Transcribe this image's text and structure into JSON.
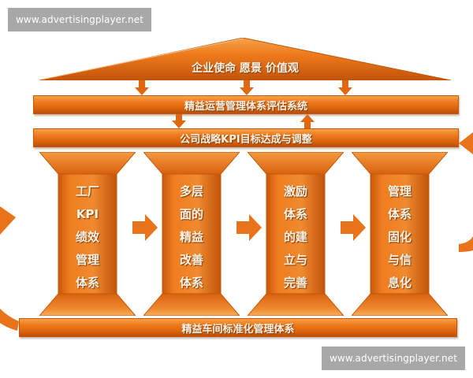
{
  "watermarks": {
    "top": "www.advertisingplayer.net",
    "bottom": "www.advertisingplayer.net"
  },
  "roof": {
    "label": "企业使命 愿景 价值观"
  },
  "bars": {
    "evaluation": "精益运营管理体系评估系统",
    "kpi_strategy": "公司战略KPI目标达成与调整",
    "foundation": "精益车间标准化管理体系"
  },
  "pillars": [
    {
      "lines": [
        "工厂",
        "KPI",
        "绩效",
        "管理",
        "体系"
      ]
    },
    {
      "lines": [
        "多层",
        "面的",
        "精益",
        "改善",
        "体系"
      ]
    },
    {
      "lines": [
        "激励",
        "体系",
        "的建",
        "立与",
        "完善"
      ]
    },
    {
      "lines": [
        "管理",
        "体系",
        "固化",
        "与信",
        "息化"
      ]
    }
  ],
  "colors": {
    "orange_light": "#f7a24a",
    "orange": "#ee7a1c",
    "orange_dark": "#b84e08",
    "text": "#fff3e6",
    "watermark_bg": "#a8a8a8"
  }
}
